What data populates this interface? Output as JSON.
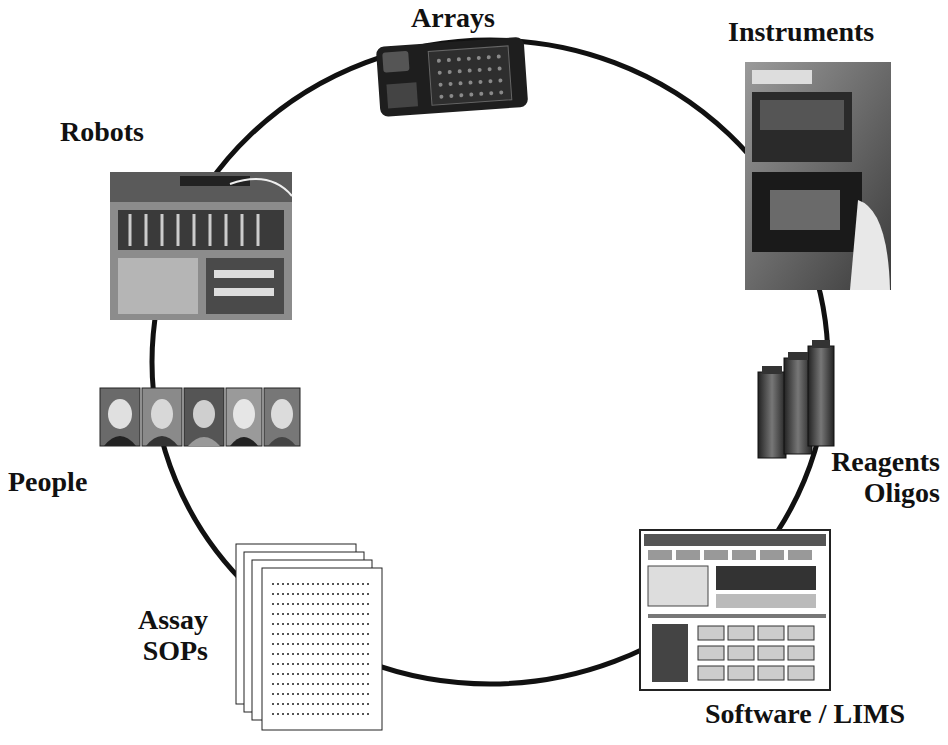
{
  "diagram": {
    "labels": [
      "Arrays",
      "Instruments",
      "Reagents Oligos",
      "Software / LIMS",
      "Assay SOPs",
      "People",
      "Robots"
    ]
  }
}
